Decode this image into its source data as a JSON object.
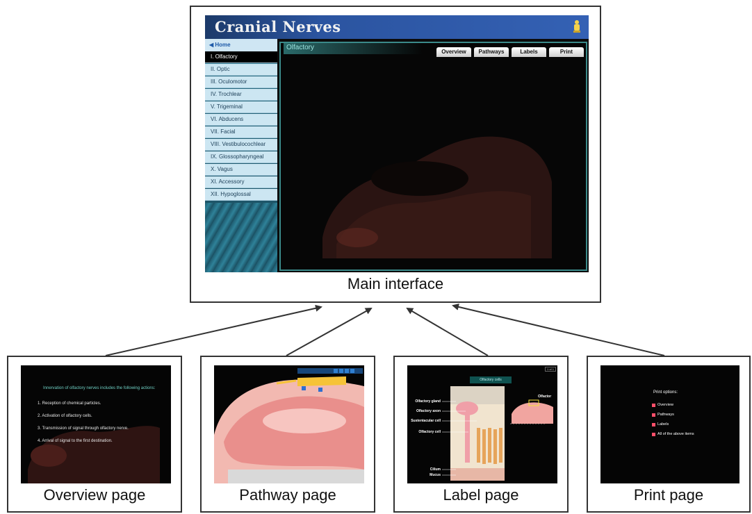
{
  "main": {
    "app_title": "Cranial Nerves",
    "home_label": "◀ Home",
    "nerves": [
      "I. Olfactory",
      "II. Optic",
      "III. Oculomotor",
      "IV. Trochlear",
      "V. Trigeminal",
      "VI. Abducens",
      "VII. Facial",
      "VIII. Vestibulocochlear",
      "IX. Glossopharyngeal",
      "X. Vagus",
      "XI. Accessory",
      "XII. Hypoglossal"
    ],
    "content_title": "Olfactory",
    "tabs": [
      "Overview",
      "Pathways",
      "Labels",
      "Print"
    ],
    "caption": "Main interface"
  },
  "overview": {
    "caption": "Overview page",
    "heading": "Innervation of olfactory nerves includes the following actions:",
    "items": [
      "1.  Reception of chemical particles.",
      "2.  Activation of olfactory cells.",
      "3.  Transmission of signal through olfactory nerve.",
      "4.  Arrival of signal to the first destination."
    ]
  },
  "pathway": {
    "caption": "Pathway page"
  },
  "label": {
    "caption": "Label page",
    "heading": "Olfactory cells",
    "page_indicator": "1 of 1",
    "side_label": "Olfactor",
    "labels": [
      "Olfactory gland",
      "Olfactory axon",
      "Sustentacular cell",
      "Olfactory cell",
      "Cilium",
      "Mucus"
    ]
  },
  "print": {
    "caption": "Print page",
    "heading": "Print options:",
    "items": [
      "Overview",
      "Pathways",
      "Labels",
      "All of the above items"
    ]
  },
  "colors": {
    "header_blue": "#2b54a0",
    "sidebar_item": "#cce6f2",
    "frame_teal": "#3b8a8a",
    "arrow": "#333333"
  }
}
